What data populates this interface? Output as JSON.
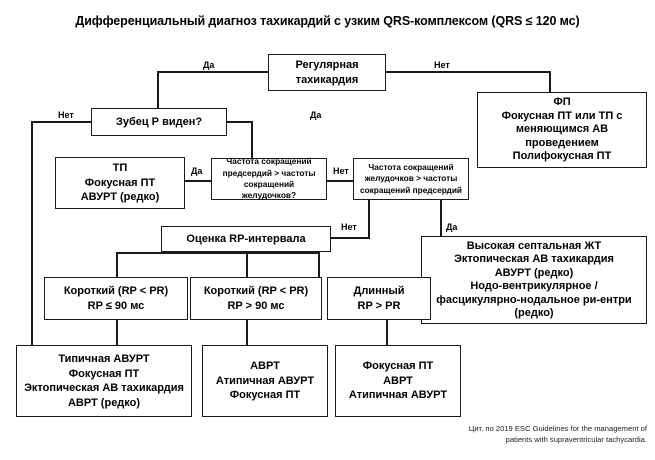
{
  "title": "Дифференциальный диагноз тахикардий с узким QRS-комплексом (QRS ≤ 120 мс)",
  "citation": {
    "line1": "Цит. по 2019 ESC Guidelines for the management of",
    "line2": "patients with supraventricular tachycardia."
  },
  "colors": {
    "stroke": "#1a1a1a",
    "background": "#ffffff",
    "text": "#000000"
  },
  "nodes": {
    "regular_tachycardia": {
      "lines": [
        "Регулярная",
        "тахикардия"
      ]
    },
    "p_wave_visible": {
      "lines": [
        "Зубец Р виден?"
      ]
    },
    "af_box": {
      "lines": [
        "ФП",
        "Фокусная ПТ или ТП с",
        "меняющимся АВ",
        "проведением",
        "Полифокусная ПТ"
      ]
    },
    "flutter_box": {
      "lines": [
        "ТП",
        "Фокусная ПТ",
        "АВУРТ (редко)"
      ]
    },
    "atrial_gt_ventricular": {
      "lines": [
        "Частота сокращений",
        "предсердий > частоты",
        "сокращений желудочков?"
      ]
    },
    "ventricular_gt_atrial": {
      "lines": [
        "Частота сокращений",
        "желудочков > частоты",
        "сокращений предсердий"
      ]
    },
    "rp_assessment": {
      "lines": [
        "Оценка RP-интервала"
      ]
    },
    "high_septal_vt": {
      "lines": [
        "Высокая септальная ЖТ",
        "Эктопическая АВ тахикардия",
        "АВУРТ (редко)",
        "Нодо-вентрикулярное /",
        "фасцикулярно-нодальное ри-ентри",
        "(редко)"
      ]
    },
    "rp_short_le90": {
      "lines": [
        "Короткий (RP < PR)",
        "RP ≤ 90 мс"
      ]
    },
    "rp_short_gt90": {
      "lines": [
        "Короткий (RP < PR)",
        "RP > 90 мс"
      ]
    },
    "rp_long": {
      "lines": [
        "Длинный",
        "RP > PR"
      ]
    },
    "outcome_left": {
      "lines": [
        "Типичная АВУРТ",
        "Фокусная ПТ",
        "Эктопическая АВ тахикардия",
        "АВРТ (редко)"
      ]
    },
    "outcome_middle": {
      "lines": [
        "АВРТ",
        "Атипичная АВУРТ",
        "Фокусная ПТ"
      ]
    },
    "outcome_right": {
      "lines": [
        "Фокусная ПТ",
        "АВРТ",
        "Атипичная АВУРТ"
      ]
    }
  },
  "edge_labels": {
    "regular_yes": "Да",
    "regular_no": "Нет",
    "pwave_no": "Нет",
    "pwave_yes": "Да",
    "atrial_yes": "Да",
    "atrial_no": "Нет",
    "vent_no": "Нет",
    "vent_yes": "Да"
  },
  "chart_data": {
    "type": "diagram",
    "diagram_kind": "clinical decision flowchart",
    "root": "regular_tachycardia",
    "edges": [
      {
        "from": "regular_tachycardia",
        "to": "p_wave_visible",
        "label": "Да"
      },
      {
        "from": "regular_tachycardia",
        "to": "af_box",
        "label": "Нет"
      },
      {
        "from": "p_wave_visible",
        "to": "outcome_left",
        "label": "Нет"
      },
      {
        "from": "p_wave_visible",
        "to": "atrial_gt_ventricular",
        "label": "Да"
      },
      {
        "from": "atrial_gt_ventricular",
        "to": "flutter_box",
        "label": "Да"
      },
      {
        "from": "atrial_gt_ventricular",
        "to": "ventricular_gt_atrial",
        "label": "Нет"
      },
      {
        "from": "ventricular_gt_atrial",
        "to": "rp_assessment",
        "label": "Нет"
      },
      {
        "from": "ventricular_gt_atrial",
        "to": "high_septal_vt",
        "label": "Да"
      },
      {
        "from": "rp_assessment",
        "to": "rp_short_le90"
      },
      {
        "from": "rp_assessment",
        "to": "rp_short_gt90"
      },
      {
        "from": "rp_assessment",
        "to": "rp_long"
      },
      {
        "from": "rp_short_le90",
        "to": "outcome_left"
      },
      {
        "from": "rp_short_gt90",
        "to": "outcome_middle"
      },
      {
        "from": "rp_long",
        "to": "outcome_right"
      }
    ]
  }
}
